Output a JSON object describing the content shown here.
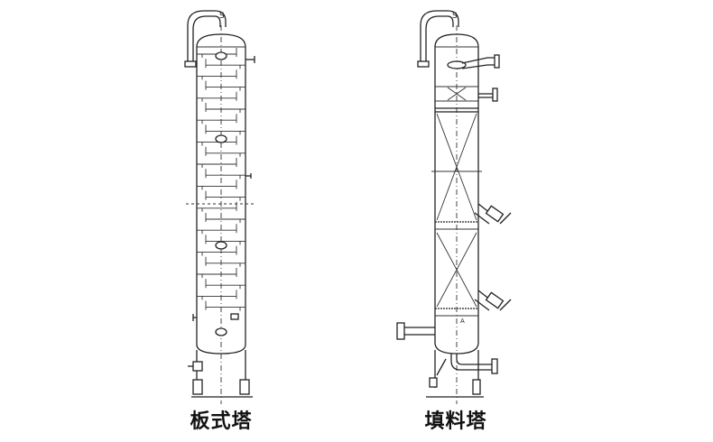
{
  "figure": {
    "columns": [
      {
        "id": "tray",
        "label": "板式塔"
      },
      {
        "id": "packed",
        "label": "填料塔"
      }
    ]
  }
}
